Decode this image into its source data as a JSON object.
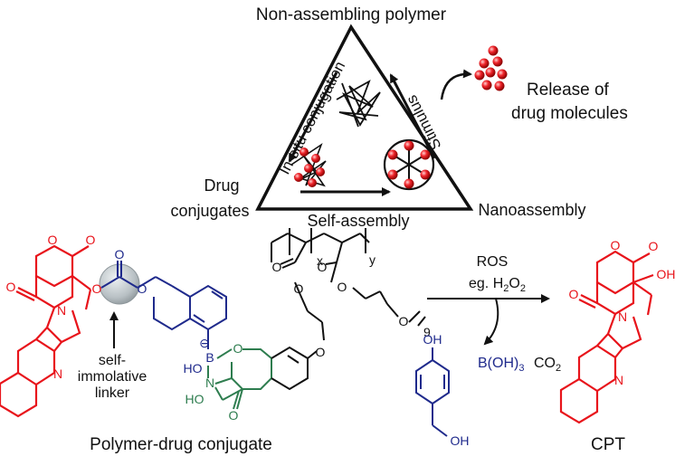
{
  "colors": {
    "drug": "#e8141b",
    "linker_arom": "#1f2a8c",
    "boronate": "#2e7d4f",
    "text": "#111111",
    "sphere": "#c5cccf",
    "particle": "#e8141b"
  },
  "cycle": {
    "top": "Non-assembling polymer",
    "left_line1": "Drug",
    "left_line2": "conjugates",
    "right": "Nanoassembly",
    "edge_left": "In-situ conjugation",
    "edge_right": "Stimulus",
    "edge_bottom": "Self-assembly",
    "release_line1": "Release of",
    "release_line2": "drug molecules"
  },
  "scheme": {
    "conjugate_caption": "Polymer-drug conjugate",
    "linker_line1": "self-",
    "linker_line2": "immolative",
    "linker_line3": "linker",
    "ros": "ROS",
    "reagent": "eg. H",
    "reagent_sub": "2",
    "reagent_o": "O",
    "reagent_sub2": "2",
    "byproduct_boric": "B(OH)",
    "byproduct_boric_sub": "3",
    "byproduct_co2": "CO",
    "byproduct_co2_sub": "2",
    "product": "CPT",
    "sub_x": "x",
    "sub_y": "y",
    "sub_9": "9"
  },
  "atoms": {
    "O": "O",
    "N": "N",
    "B": "B",
    "OH": "OH",
    "HO": "HO",
    "neg": "⊖"
  }
}
